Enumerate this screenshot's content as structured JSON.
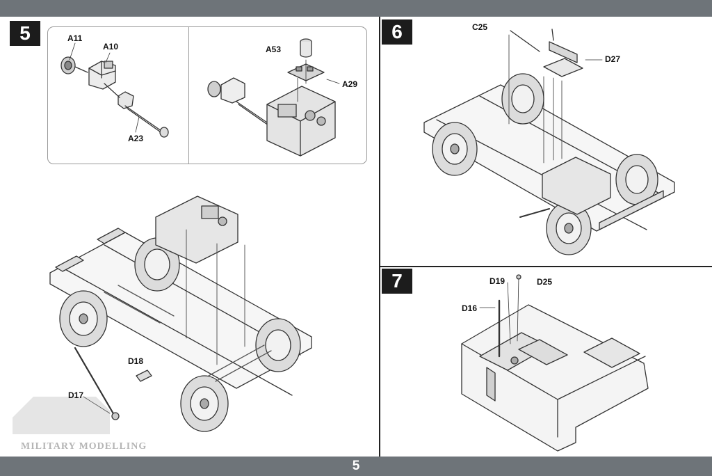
{
  "page": {
    "number": "5"
  },
  "watermark": {
    "text": "MILITARY MODELLING"
  },
  "steps": [
    {
      "number": "5",
      "parts": [
        "A11",
        "A10",
        "A23",
        "A53",
        "A29",
        "D18",
        "D17"
      ]
    },
    {
      "number": "6",
      "parts": [
        "C25",
        "D27"
      ]
    },
    {
      "number": "7",
      "parts": [
        "D19",
        "D25",
        "D16"
      ]
    }
  ]
}
